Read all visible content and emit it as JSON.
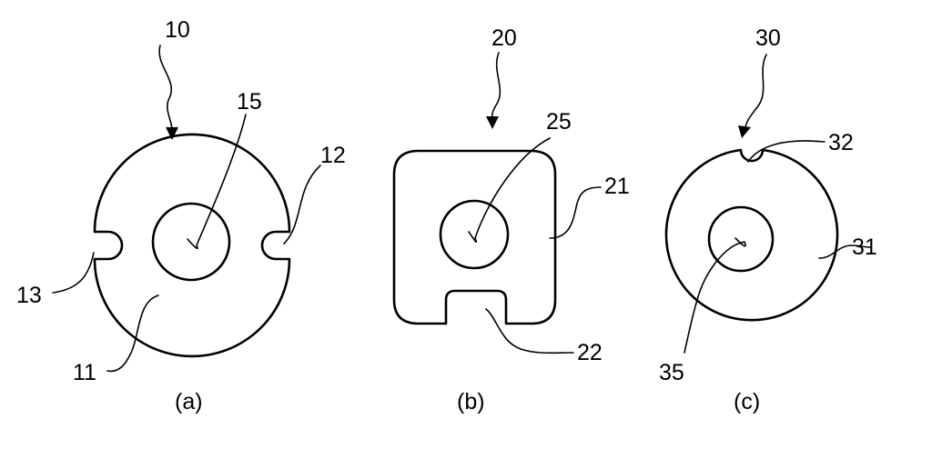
{
  "figures": [
    {
      "id": "a",
      "caption": "(a)",
      "part_label": "10",
      "labels": {
        "body": "11",
        "notch_right": "12",
        "notch_left": "13",
        "hole": "15"
      }
    },
    {
      "id": "b",
      "caption": "(b)",
      "part_label": "20",
      "labels": {
        "body": "21",
        "notch_bottom": "22",
        "hole": "25"
      }
    },
    {
      "id": "c",
      "caption": "(c)",
      "part_label": "30",
      "labels": {
        "body": "31",
        "notch_top": "32",
        "hole": "35"
      }
    }
  ]
}
